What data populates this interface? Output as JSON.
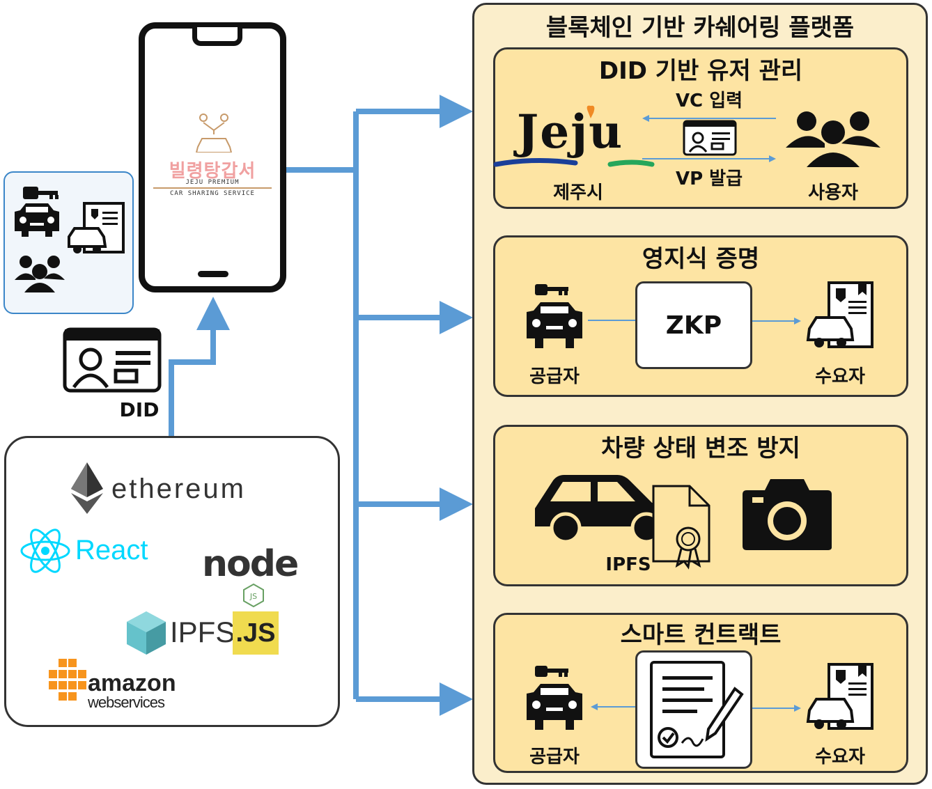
{
  "platform": {
    "title": "블록체인 기반 카쉐어링 플랫폼"
  },
  "sections": {
    "did": {
      "title": "DID 기반 유저 관리",
      "vc_label": "VC 입력",
      "vp_label": "VP 발급",
      "issuer_label": "제주시",
      "user_label": "사용자",
      "logo_text": "Jeju"
    },
    "zk": {
      "title": "영지식 증명",
      "box_label": "ZKP",
      "supplier_label": "공급자",
      "consumer_label": "수요자"
    },
    "tamper": {
      "title": "차량 상태 변조 방지",
      "ipfs_label": "IPFS"
    },
    "smart": {
      "title": "스마트 컨트랙트",
      "supplier_label": "공급자",
      "consumer_label": "수요자"
    }
  },
  "app": {
    "logo_title": "빌령탕갑서",
    "logo_sub1": "JEJU PREMIUM",
    "logo_sub2": "CAR SHARING SERVICE"
  },
  "did_label": "DID",
  "tech": {
    "ethereum": "ethereum",
    "react": "React",
    "node": "node",
    "ipfs": "IPFS",
    "js": ".JS",
    "amazon": "amazon",
    "webservices": "webservices"
  },
  "colors": {
    "arrow_blue": "#5b9bd5",
    "section_fill": "#fde4a3",
    "platform_fill": "#fbeecb",
    "aws_orange": "#f7941d",
    "react_cyan": "#00d8ff",
    "js_yellow": "#f0db4f"
  }
}
